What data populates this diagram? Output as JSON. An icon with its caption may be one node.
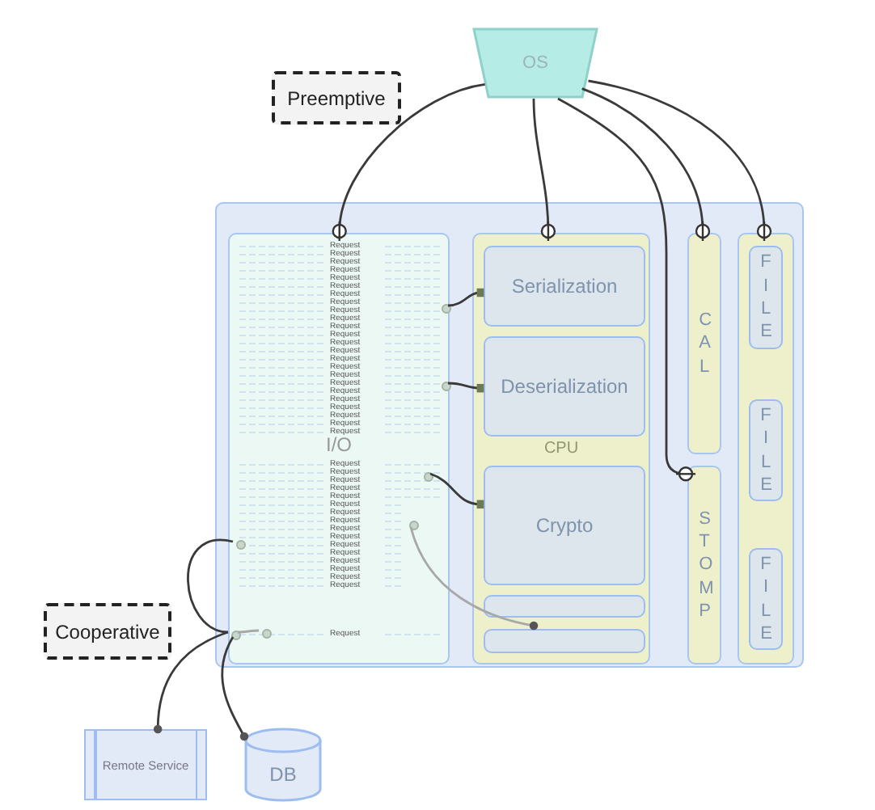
{
  "diagram": {
    "nodes": [
      {
        "text": [
          "OS"
        ]
      },
      {
        "text": [
          "Preemptive"
        ]
      },
      {
        "text": [],
        "shape": "box"
      },
      {
        "text": [
          "I/O"
        ],
        "in": 2
      },
      {
        "text": [],
        "shape": "circle",
        "in": 3
      },
      {
        "text": [],
        "shape": "circle",
        "in": 3
      },
      {
        "text": [],
        "shape": "circle",
        "in": 3
      },
      {
        "text": [],
        "shape": "circle",
        "in": 3
      },
      {
        "text": [],
        "shape": "circle",
        "in": 3
      },
      {
        "text": [],
        "shape": "circle",
        "in": 3
      },
      {
        "text": [],
        "shape": "circle",
        "in": 3
      },
      {
        "text": [
          "CPU"
        ],
        "in": 2
      },
      {
        "text": [
          "Serialization"
        ],
        "in": 11
      },
      {
        "text": [
          "Deserialization"
        ],
        "in": 11
      },
      {
        "text": [
          "Crypto"
        ],
        "in": 11
      },
      {
        "text": [],
        "shape": "box",
        "in": 11
      },
      {
        "text": [],
        "shape": "box",
        "in": 11
      },
      {
        "text": [
          "CAL"
        ],
        "in": 2
      },
      {
        "text": [
          "STOMP"
        ],
        "in": 2
      },
      {
        "text": [],
        "shape": "box",
        "in": 2
      },
      {
        "text": [
          "FILE"
        ],
        "in": 19
      },
      {
        "text": [
          "FILE"
        ],
        "in": 19
      },
      {
        "text": [
          "FILE"
        ],
        "in": 19
      },
      {
        "text": [
          "Cooperative"
        ]
      },
      {
        "text": [
          "Remote Service"
        ]
      },
      {
        "text": [
          "DB"
        ]
      }
    ],
    "edges": [
      {
        "from": 0,
        "to": 3,
        "arrow": "other"
      },
      {
        "from": 0,
        "to": 11,
        "arrow": "other"
      },
      {
        "from": 0,
        "to": 18,
        "arrow": "other"
      },
      {
        "from": 0,
        "to": 17,
        "arrow": "other"
      },
      {
        "from": 0,
        "to": 19,
        "arrow": "other"
      },
      {
        "from": 4,
        "to": 12,
        "arrow": "other"
      },
      {
        "from": 5,
        "to": 13,
        "arrow": "other"
      },
      {
        "from": 6,
        "to": 14,
        "arrow": "other"
      },
      {
        "from": 7,
        "to": 16,
        "arrow": "other",
        "color": "#a8a8a8"
      },
      {
        "from": 8,
        "to": 9,
        "arrow": "none"
      },
      {
        "from": 9,
        "to": 10,
        "arrow": "none",
        "color": "#a8a8a8"
      },
      {
        "from": 9,
        "to": 24,
        "arrow": "other"
      },
      {
        "from": 9,
        "to": 25,
        "arrow": "other"
      }
    ],
    "labels": [
      "Request",
      "Request",
      "Request",
      "Request",
      "Request",
      "Request",
      "Request",
      "Request",
      "Request",
      "Request",
      "Request",
      "Request",
      "Request",
      "Request",
      "Request",
      "Request",
      "Request",
      "Request",
      "Request",
      "Request",
      "Request",
      "Request",
      "Request",
      "Request",
      "Request",
      "Request",
      "Request",
      "Request",
      "Request",
      "Request",
      "Request",
      "Request",
      "Request",
      "Request",
      "Request",
      "Request",
      "Request",
      "Request",
      "Request",
      "Request",
      "Request"
    ]
  }
}
